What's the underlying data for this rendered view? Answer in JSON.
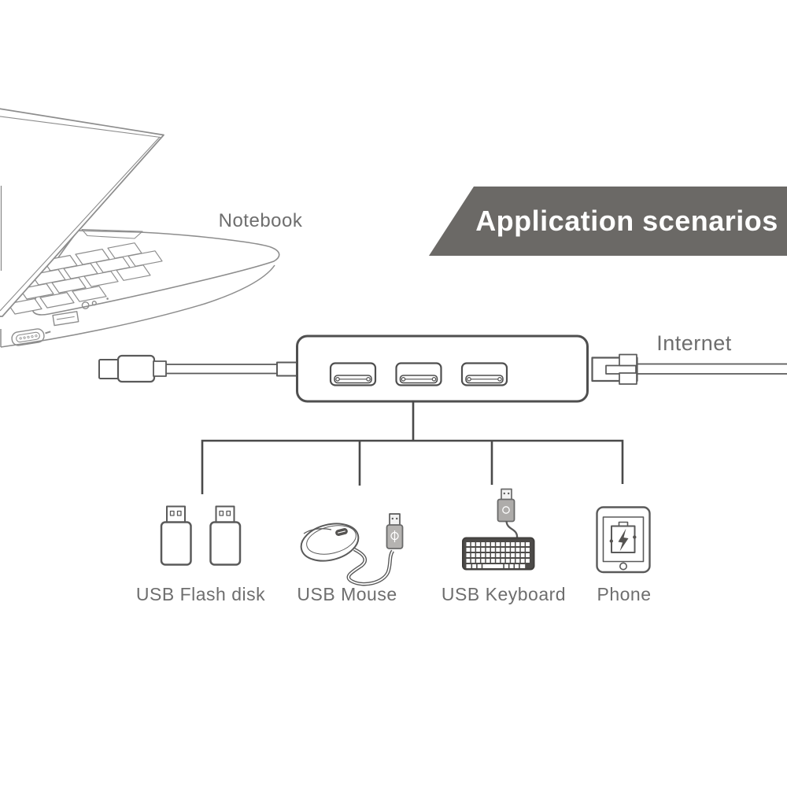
{
  "scene": {
    "background": "#ffffff"
  },
  "banner": {
    "title": "Application scenarios",
    "background": "#6b6966",
    "text_color": "#ffffff"
  },
  "laptop": {
    "label": "Notebook"
  },
  "internet": {
    "label": "Internet"
  },
  "hub": {
    "usb_ports": 3,
    "upstream_connection": "Notebook",
    "ethernet_connection": "Internet"
  },
  "devices": [
    {
      "id": "usb-flash-disk",
      "label": "USB Flash disk"
    },
    {
      "id": "usb-mouse",
      "label": "USB Mouse"
    },
    {
      "id": "usb-keyboard",
      "label": "USB Keyboard"
    },
    {
      "id": "phone",
      "label": "Phone"
    }
  ],
  "colors": {
    "diagram_line": "#4f4f4f",
    "connector_line": "#4a4a4a",
    "laptop_line": "#8d8d8d",
    "label_text": "#6e6e6e",
    "keyboard_body": "#4d4b49",
    "banner_background": "#6b6966"
  }
}
